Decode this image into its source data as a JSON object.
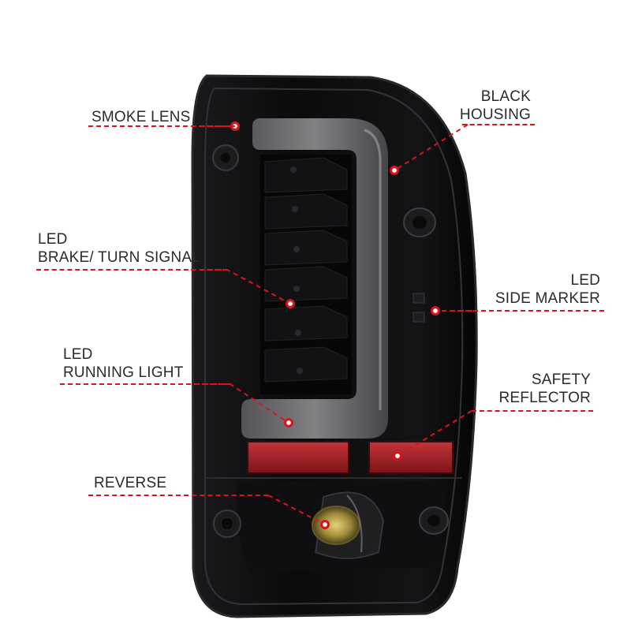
{
  "product": {
    "description": "tail light"
  },
  "callouts": {
    "smoke_lens": {
      "line1": "SMOKE LENS"
    },
    "black_housing": {
      "line1": "BLACK",
      "line2": "HOUSING"
    },
    "brake_turn": {
      "line1": "LED",
      "line2": "BRAKE/ TURN SIGNAL"
    },
    "side_marker": {
      "line1": "LED",
      "line2": "SIDE MARKER"
    },
    "running_light": {
      "line1": "LED",
      "line2": "RUNNING LIGHT"
    },
    "safety_reflector": {
      "line1": "SAFETY",
      "line2": "REFLECTOR"
    },
    "reverse": {
      "line1": "REVERSE"
    }
  },
  "colors": {
    "accent": "#d9141c",
    "text": "#2b2b2b",
    "housing": "#0e0e10",
    "reflector": "#b3262b"
  }
}
